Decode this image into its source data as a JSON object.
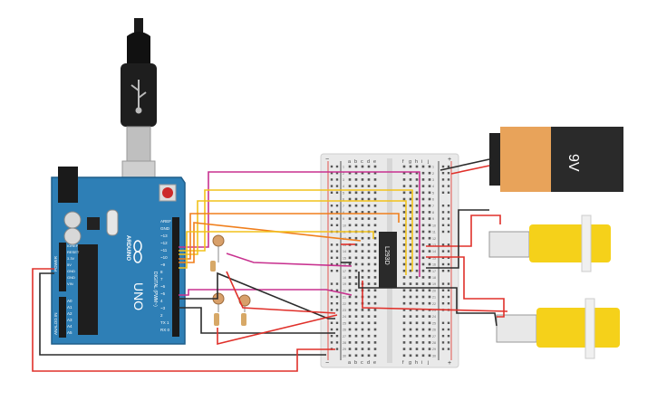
{
  "arduino": {
    "brand": "ARDUINO",
    "model": "UNO",
    "header_digital": [
      "AREF",
      "GND",
      "~13",
      "~12",
      "~11",
      "~10",
      "~9",
      "8",
      "7",
      "~6",
      "~5",
      "4",
      "~3",
      "2",
      "TX 1",
      "RX 0"
    ],
    "digital_label": "DIGITAL (PWM~)",
    "header_power": [
      "IOREF",
      "RESET",
      "3.3V",
      "5V",
      "GND",
      "GND",
      "VIN"
    ],
    "power_label": "POWER",
    "header_analog": [
      "A0",
      "A1",
      "A2",
      "A3",
      "A4",
      "A5"
    ],
    "analog_label": "ANALOG IN"
  },
  "breadboard": {
    "top_letters_left": [
      "a",
      "b",
      "c",
      "d",
      "e"
    ],
    "top_letters_right": [
      "f",
      "g",
      "h",
      "i",
      "j"
    ],
    "bottom_letters_left": [
      "a",
      "b",
      "c",
      "d",
      "e"
    ],
    "bottom_letters_right": [
      "f",
      "g",
      "h",
      "i",
      "j"
    ],
    "row_numbers": [
      "1",
      "2",
      "3",
      "4",
      "5",
      "6",
      "7",
      "8",
      "9",
      "10",
      "11",
      "12",
      "13",
      "14",
      "15",
      "16",
      "17",
      "18",
      "19",
      "20",
      "21",
      "22",
      "23",
      "24",
      "25",
      "26",
      "27",
      "28",
      "29",
      "30"
    ],
    "rail_minus": "−",
    "rail_plus": "+"
  },
  "chip": {
    "label": "L293D"
  },
  "battery": {
    "label": "9V"
  },
  "colors": {
    "red_wire": "#e0302a",
    "black_wire": "#2b2b2b",
    "yellow_wire": "#f2c21b",
    "orange_wire": "#f07f1c",
    "magenta_wire": "#c8318f",
    "board_blue": "#2e7fb6",
    "motor_yellow": "#f5d11a"
  }
}
